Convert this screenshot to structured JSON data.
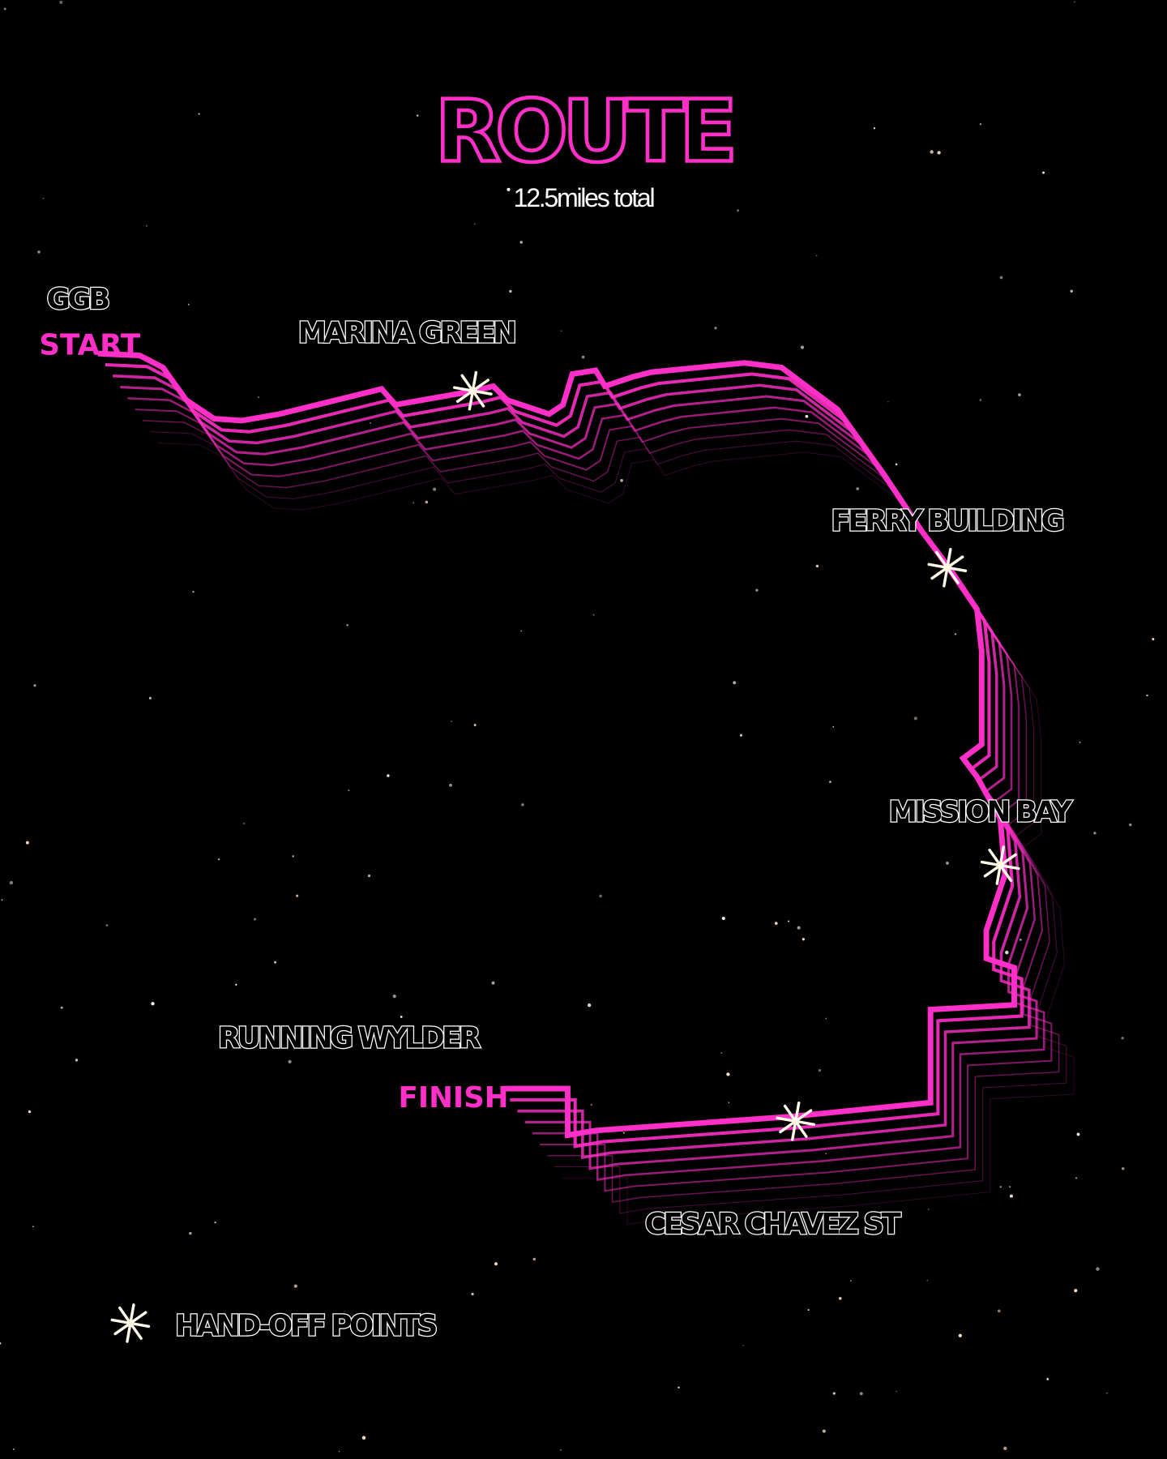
{
  "header": {
    "title": "ROUTE",
    "subtitle": "12.5miles total"
  },
  "labels": {
    "ggb": "GGB",
    "start": "START",
    "marina_green": "MARINA GREEN",
    "ferry_building": "FERRY BUILDING",
    "mission_bay": "MISSION BAY",
    "running_wylder": "RUNNING WYLDER",
    "finish": "FINISH",
    "cesar_chavez": "CESAR CHAVEZ ST"
  },
  "legend": {
    "icon": "asterisk-star-icon",
    "label": "HAND-OFF POINTS"
  },
  "colors": {
    "route": "#ff2fc8",
    "background": "#000000",
    "marker": "#fffbe8"
  }
}
